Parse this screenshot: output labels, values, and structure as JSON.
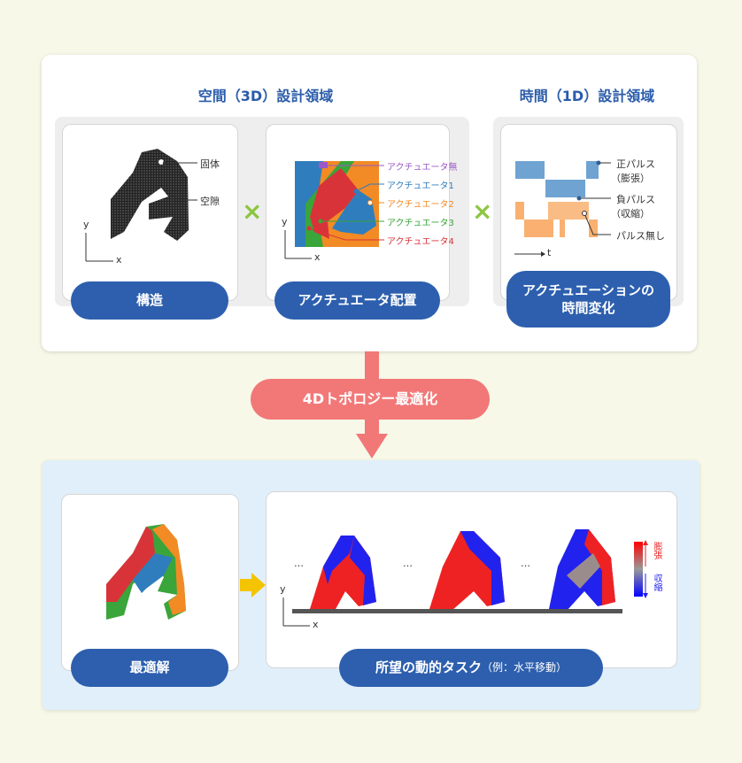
{
  "top": {
    "space_heading": "空間（3D）設計領域",
    "time_heading": "時間（1D）設計領域",
    "structure": {
      "label": "構造",
      "solid": "固体",
      "void": "空隙"
    },
    "actuator": {
      "label": "アクチュエータ配置",
      "legend": [
        {
          "text": "アクチュエータ無",
          "color": "#9b59c7"
        },
        {
          "text": "アクチュエータ1",
          "color": "#2f7dbd"
        },
        {
          "text": "アクチュエータ2",
          "color": "#f28b25"
        },
        {
          "text": "アクチュエータ3",
          "color": "#3aa53a"
        },
        {
          "text": "アクチュエータ4",
          "color": "#d9333a"
        }
      ]
    },
    "time": {
      "label_line1": "アクチュエーションの",
      "label_line2": "時間変化",
      "positive": "正パルス",
      "positive_sub": "（膨張）",
      "negative": "負パルス",
      "negative_sub": "（収縮）",
      "none": "パルス無し",
      "t_axis": "t"
    },
    "times_symbol": "×",
    "axis_x": "x",
    "axis_y": "y"
  },
  "optimize_label": "4Dトポロジー最適化",
  "bottom": {
    "optimal_label": "最適解",
    "task_label": "所望の動的タスク",
    "task_sub": "（例：水平移動）",
    "ellipsis": "…",
    "expand": "膨張",
    "contract": "収縮"
  },
  "colors": {
    "brand_blue": "#2d5fae",
    "pink": "#f27878",
    "green": "#8cc63f",
    "yellow": "#f5c400"
  }
}
